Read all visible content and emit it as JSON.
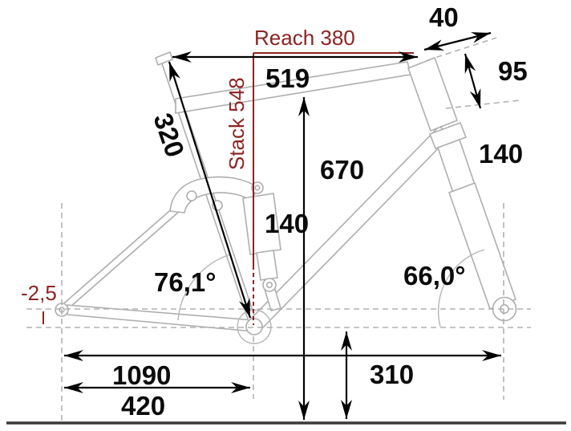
{
  "diagram": {
    "type": "bicycle-frame-geometry",
    "colors": {
      "accent_red": "#8b2423",
      "frame_gray": "#aeaeae",
      "guide_gray": "#b2b2b2",
      "text_black": "#0b0b0b",
      "ground_line": "#3a3a3a"
    },
    "measurements": {
      "reach_label": "Reach 380",
      "stack_label": "Stack 548",
      "effective_top_tube": "519",
      "stem_length": "40",
      "head_tube_length": "95",
      "fork_travel": "140",
      "standover_height": "670",
      "shock_travel": "140",
      "seat_tube_length": "320",
      "seat_tube_angle": "76,1°",
      "head_tube_angle": "66,0°",
      "bb_drop": "-2,5",
      "wheelbase": "1090",
      "chainstay_length": "420",
      "bb_height": "310"
    }
  }
}
